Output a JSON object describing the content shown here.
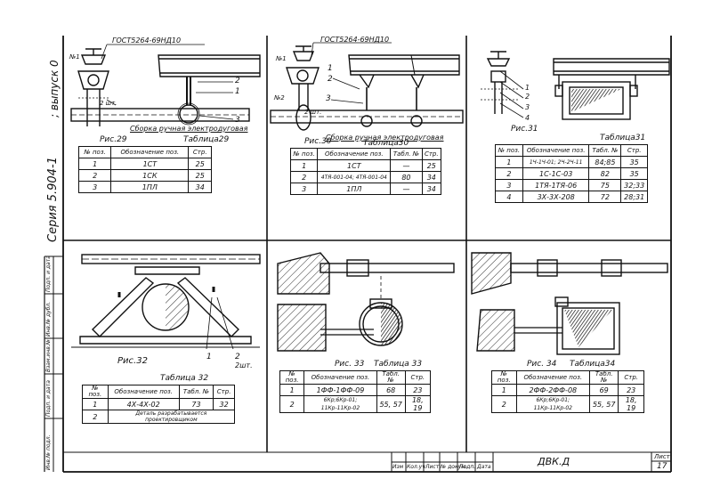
{
  "series": {
    "label": "Серия  5.904-1",
    "issue": "; выпуск 0"
  },
  "left_strip": [
    "Инв.№ подл.",
    "Подп. и дата",
    "Взам.инв.№",
    "Инв.№ дубл.",
    "Подп. и дата"
  ],
  "panels": {
    "p29": {
      "caption": "Рис.29",
      "table_title": "Таблица29",
      "std": "ГОСТ5264-69НД10",
      "weld": "Сборка ручная электродуговая",
      "callouts": [
        "№1",
        "2",
        "1",
        "2 шт.",
        "3"
      ],
      "headers": [
        "№ поз.",
        "Обозначение поз.",
        "Стр."
      ],
      "rows": [
        [
          "1",
          "1СТ",
          "25"
        ],
        [
          "2",
          "1СК",
          "25"
        ],
        [
          "3",
          "1ПЛ",
          "34"
        ]
      ]
    },
    "p30": {
      "caption": "Рис.30",
      "table_title": "Таблица30",
      "std": "ГОСТ5264-69НД10",
      "weld": "Сборка ручная электродуговая",
      "callouts": [
        "№1",
        "1",
        "2",
        "3",
        "№2",
        "2 шт."
      ],
      "headers": [
        "№ поз.",
        "Обозначение поз.",
        "Табл. №",
        "Стр."
      ],
      "rows": [
        [
          "1",
          "1СТ",
          "—",
          "25"
        ],
        [
          "2",
          "4ТЯ-001-04; 4ТЯ-001-04",
          "80",
          "34"
        ],
        [
          "3",
          "1ПЛ",
          "—",
          "34"
        ]
      ]
    },
    "p31": {
      "caption": "Рис.31",
      "table_title": "Таблица31",
      "callouts": [
        "1",
        "2",
        "3",
        "4"
      ],
      "headers": [
        "№ поз.",
        "Обозначение поз.",
        "Табл. №",
        "Стр."
      ],
      "rows": [
        [
          "1",
          "1Ч-1Ч-01; 2Ч-2Ч-11",
          "84;85",
          "35"
        ],
        [
          "2",
          "1С-1С-03",
          "82",
          "35"
        ],
        [
          "3",
          "1ТЯ-1ТЯ-06",
          "75",
          "32;33"
        ],
        [
          "4",
          "3Х-3Х-208",
          "72",
          "28;31"
        ]
      ]
    },
    "p32": {
      "caption": "Рис.32",
      "table_title": "Таблица 32",
      "callouts": [
        "1",
        "2",
        "2шт."
      ],
      "headers": [
        "№ поз.",
        "Обозначение поз.",
        "Табл. №",
        "Стр."
      ],
      "rows": [
        [
          "1",
          "4Х-4Х-02",
          "73",
          "32"
        ],
        [
          "2",
          "Деталь разрабатывается проектировщиком",
          "",
          ""
        ]
      ]
    },
    "p33": {
      "caption": "Рис. 33",
      "table_title": "Таблица 33",
      "headers": [
        "№ поз.",
        "Обозначение поз.",
        "Табл. №",
        "Стр."
      ],
      "rows": [
        [
          "1",
          "1ФФ-1ФФ-09",
          "68",
          "23"
        ],
        [
          "2",
          "6Кр;6Кр-01; 11Кр-11Кр-02",
          "55, 57",
          "18, 19"
        ]
      ]
    },
    "p34": {
      "caption": "Рис. 34",
      "table_title": "Таблица34",
      "headers": [
        "№ поз.",
        "Обозначение поз.",
        "Табл. №",
        "Стр."
      ],
      "rows": [
        [
          "1",
          "2ФФ-2ФФ-08",
          "69",
          "23"
        ],
        [
          "2",
          "6Кр;6Кр-01; 11Кр-11Кр-02",
          "55, 57",
          "18, 19"
        ]
      ]
    }
  },
  "title_block": {
    "code": "ДВК.Д",
    "sheet_label": "Лист",
    "sheet_no": "17",
    "cols": [
      "Изм",
      "Кол.уч",
      "Лист",
      "№ докум.",
      "Подп.",
      "Дата"
    ]
  }
}
